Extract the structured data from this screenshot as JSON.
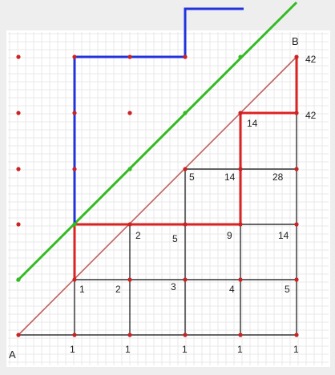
{
  "diagram": {
    "corner_labels": {
      "start": "A",
      "end": "B"
    },
    "bottom_row_numbers": [
      "1",
      "1",
      "1",
      "1",
      "1"
    ],
    "right_column_numbers": [
      "42",
      "42"
    ],
    "cell_numbers": [
      "1",
      "2",
      "3",
      "4",
      "5",
      "2",
      "5",
      "9",
      "14",
      "5",
      "14",
      "28",
      "14"
    ],
    "colors": {
      "grid_line": "#333333",
      "node_dot": "#cc2222",
      "diagonal": "#c06060",
      "green_line": "#33bb22",
      "blue_path": "#2233dd",
      "red_path": "#dd2222"
    }
  }
}
